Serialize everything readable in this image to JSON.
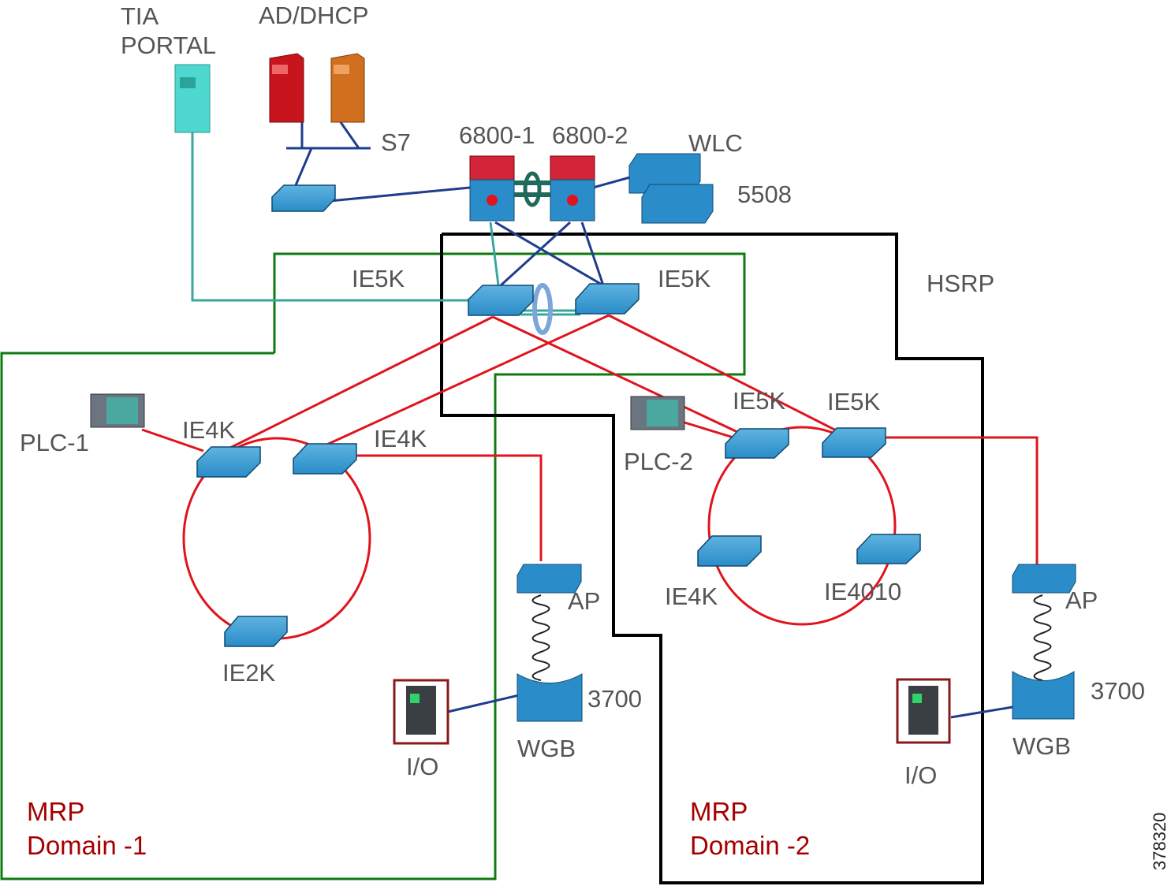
{
  "labels": {
    "tia_portal_1": "TIA",
    "tia_portal_2": "PORTAL",
    "ad_dhcp": "AD/DHCP",
    "s7": "S7",
    "core_1": "6800-1",
    "core_2": "6800-2",
    "wlc": "WLC",
    "wlc_model": "5508",
    "hsrp": "HSRP",
    "ie5k_left": "IE5K",
    "ie5k_right": "IE5K",
    "ie5k_d2_left": "IE5K",
    "ie5k_d2_right": "IE5K",
    "plc1": "PLC-1",
    "plc2": "PLC-2",
    "ie4k_d1_left": "IE4K",
    "ie4k_d1_right": "IE4K",
    "ie2k": "IE2K",
    "ie4k_d2": "IE4K",
    "ie4010": "IE4010",
    "ap_1": "AP",
    "ap_2": "AP",
    "wgb_model_1": "3700",
    "wgb_model_2": "3700",
    "wgb_1": "WGB",
    "wgb_2": "WGB",
    "io_1": "I/O",
    "io_2": "I/O",
    "mrp1_line1": "MRP",
    "mrp1_line2": "Domain -1",
    "mrp2_line1": "MRP",
    "mrp2_line2": "Domain -2",
    "figure_id": "378320"
  },
  "colors": {
    "ring_red": "#e0141c",
    "link_blue": "#1f3d8c",
    "link_teal": "#3aa6a0",
    "zone_green": "#0f7a0f",
    "zone_black": "#000000",
    "device_blue": "#1a7fbf",
    "label_gray": "#555555",
    "mrp_red": "#a50000"
  }
}
